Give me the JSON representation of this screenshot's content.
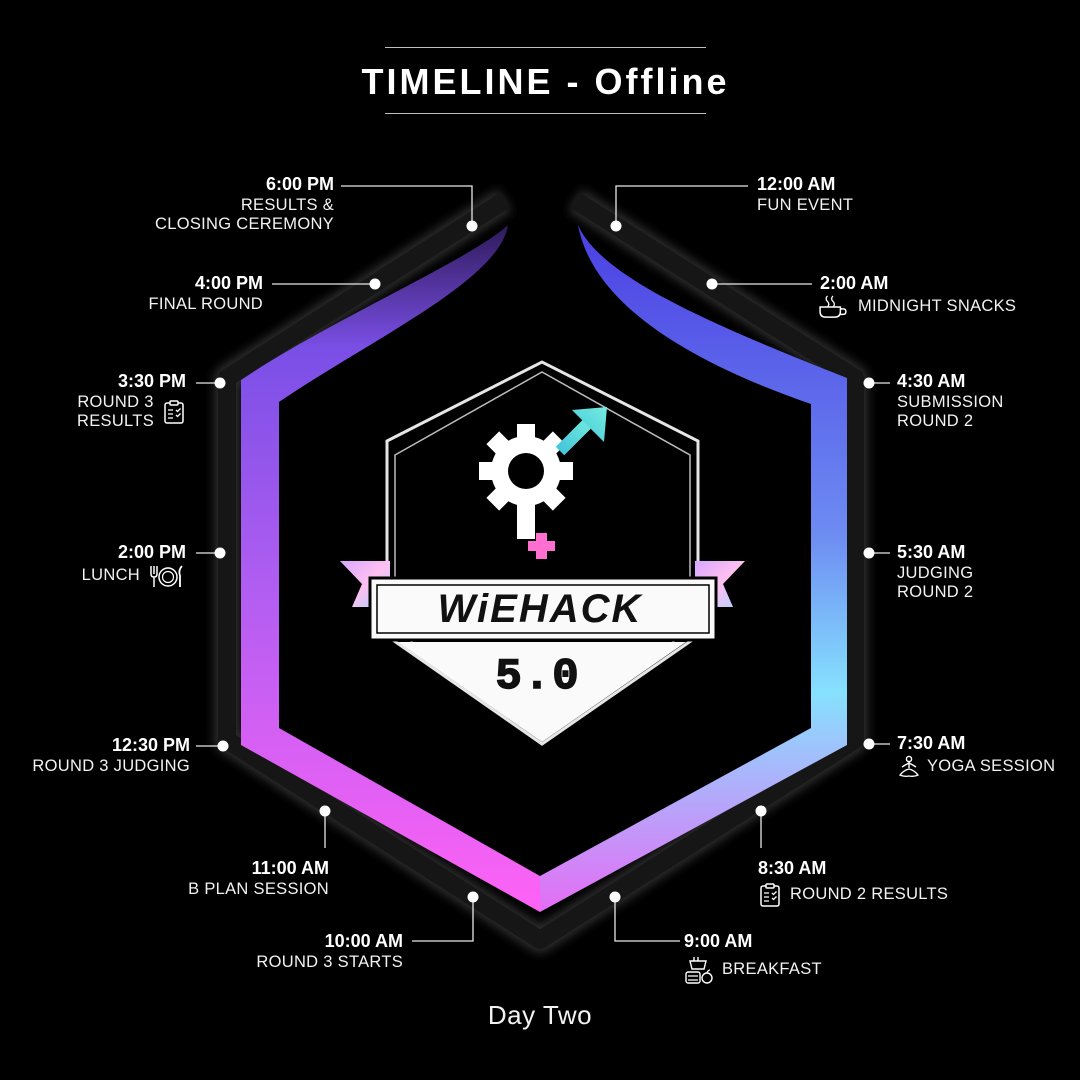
{
  "title": "TIMELINE - Offline",
  "logo": {
    "name": "WiEHACK",
    "version": "5.0"
  },
  "footer": "Day Two",
  "colors": {
    "background": "#000000",
    "accent_blue": "#5b4ee8",
    "accent_cyan": "#86e1ff",
    "accent_pink": "#ff5cf2",
    "accent_purple": "#9b57f0"
  },
  "events_left": [
    {
      "time": "6:00 PM",
      "label": "RESULTS &\nCLOSING CEREMONY",
      "icon": ""
    },
    {
      "time": "4:00 PM",
      "label": "FINAL ROUND",
      "icon": ""
    },
    {
      "time": "3:30 PM",
      "label": "ROUND 3\nRESULTS",
      "icon": "clipboard-icon"
    },
    {
      "time": "2:00 PM",
      "label": "LUNCH",
      "icon": "cutlery-icon"
    },
    {
      "time": "12:30 PM",
      "label": "ROUND 3 JUDGING",
      "icon": ""
    },
    {
      "time": "11:00 AM",
      "label": "B PLAN SESSION",
      "icon": ""
    },
    {
      "time": "10:00 AM",
      "label": "ROUND 3 STARTS",
      "icon": ""
    }
  ],
  "events_right": [
    {
      "time": "12:00 AM",
      "label": "FUN EVENT",
      "icon": ""
    },
    {
      "time": "2:00 AM",
      "label": "MIDNIGHT SNACKS",
      "icon": "coffee-icon"
    },
    {
      "time": "4:30 AM",
      "label": "SUBMISSION\nROUND 2",
      "icon": ""
    },
    {
      "time": "5:30 AM",
      "label": "JUDGING\nROUND 2",
      "icon": ""
    },
    {
      "time": "7:30 AM",
      "label": "YOGA SESSION",
      "icon": "yoga-icon"
    },
    {
      "time": "8:30 AM",
      "label": "ROUND 2 RESULTS",
      "icon": "clipboard-icon"
    },
    {
      "time": "9:00 AM",
      "label": "BREAKFAST",
      "icon": "breakfast-icon"
    }
  ]
}
